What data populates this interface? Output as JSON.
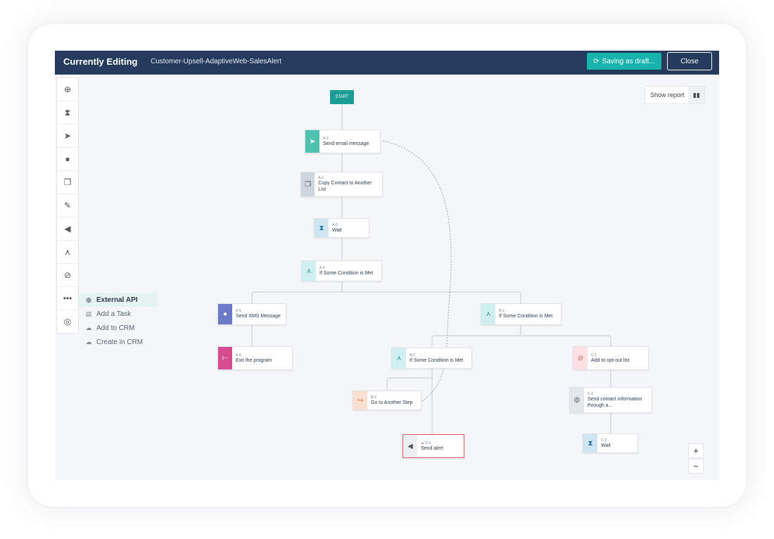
{
  "header": {
    "title": "Currently Editing",
    "flow_name": "Customer-Upsell-AdaptiveWeb-SalesAlert",
    "save_label": "Saving as draft...",
    "close_label": "Close"
  },
  "toolbar": {
    "tools": [
      "entry-icon",
      "wait-icon",
      "email-icon",
      "sms-icon",
      "copy-list-icon",
      "edit-icon",
      "alert-icon",
      "condition-icon",
      "block-icon",
      "more-icon",
      "api-icon"
    ]
  },
  "submenu": {
    "items": [
      {
        "label": "External API",
        "icon": "globe-icon"
      },
      {
        "label": "Add a Task",
        "icon": "task-icon"
      },
      {
        "label": "Add to CRM",
        "icon": "crm-icon"
      },
      {
        "label": "Create in CRM",
        "icon": "cloud-icon"
      }
    ]
  },
  "report": {
    "label": "Show report"
  },
  "flow": {
    "start": "START",
    "nodes": [
      {
        "id": "A-3",
        "label": "Send email message",
        "icon": "send-icon",
        "color": "#4fc3b0"
      },
      {
        "id": "A-2",
        "label": "Copy Contact to Another List",
        "icon": "copy-icon",
        "color": "#cfd5dc"
      },
      {
        "id": "A-3",
        "label": "Wait",
        "icon": "hourglass-icon",
        "color": "#cfe6f0"
      },
      {
        "id": "A-4",
        "label": "If Some Condition is Met",
        "icon": "branch-icon",
        "color": "#cfeff0"
      },
      {
        "id": "A-5",
        "label": "Send SMS Message",
        "icon": "chat-icon",
        "color": "#6c79c6"
      },
      {
        "id": "A-6",
        "label": "Exit the program",
        "icon": "exit-icon",
        "color": "#d64d8f"
      },
      {
        "id": "B-1",
        "label": "If Some Condition is Met",
        "icon": "branch-icon",
        "color": "#cfeff0"
      },
      {
        "id": "B-2",
        "label": "If Some Condition is Met",
        "icon": "branch-icon",
        "color": "#cfeff0"
      },
      {
        "id": "B-3",
        "label": "Go to Another Step",
        "icon": "goto-icon",
        "color": "#fbe0d2"
      },
      {
        "id": "D-1",
        "label": "Send alert",
        "icon": "megaphone-icon",
        "color": "#eceff2"
      },
      {
        "id": "C-1",
        "label": "Add to opt-out list",
        "icon": "block-icon",
        "color": "#fde0e3"
      },
      {
        "id": "C-2",
        "label": "Send contact information through a...",
        "icon": "globe-icon",
        "color": "#e3e7eb"
      },
      {
        "id": "C-3",
        "label": "Wait",
        "icon": "hourglass-icon",
        "color": "#cfe6f0"
      }
    ]
  },
  "zoom": {
    "in": "+",
    "out": "−"
  }
}
